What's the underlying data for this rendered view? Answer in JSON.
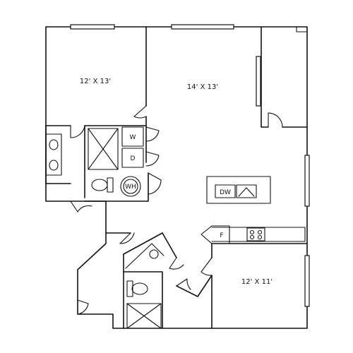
{
  "rooms": {
    "bedroom_1": "12' X 13'",
    "living": "14' X 13'",
    "bedroom_2": "12' X 11'"
  },
  "appliances": {
    "washer": "W",
    "dryer": "D",
    "water_heater": "WH",
    "dishwasher": "DW",
    "fridge": "F"
  }
}
